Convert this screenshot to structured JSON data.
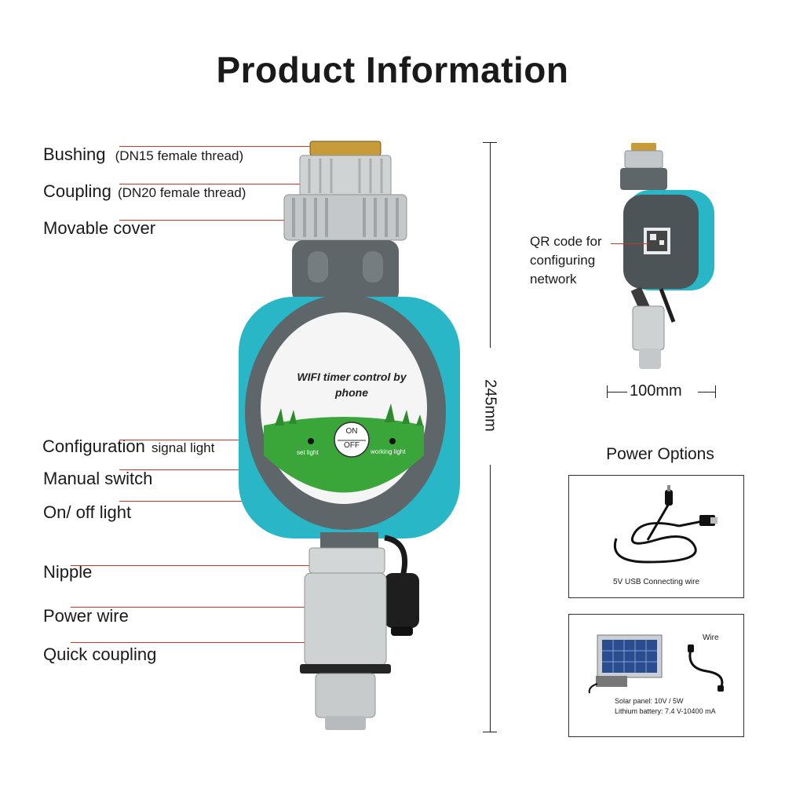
{
  "title": "Product Information",
  "labels": {
    "bushing": "Bushing",
    "bushing_note": "(DN15 female thread)",
    "coupling": "Coupling",
    "coupling_note": "(DN20 female thread)",
    "movable_cover": "Movable cover",
    "configuration": "Configuration",
    "configuration_note": "signal light",
    "manual_switch": "Manual switch",
    "onoff_light": "On/ off light",
    "nipple": "Nipple",
    "power_wire": "Power wire",
    "quick_coupling": "Quick coupling"
  },
  "device_face": {
    "text": "WIFI timer control by phone",
    "on": "ON",
    "off": "OFF",
    "set_light": "set light",
    "working_light": "working light"
  },
  "dimensions": {
    "height": "245mm",
    "width": "100mm"
  },
  "side_view": {
    "qr_label": "QR code for configuring network"
  },
  "power_options": {
    "title": "Power Options",
    "usb_caption": "5V USB Connecting wire",
    "wire_label": "Wire",
    "solar_line1": "Solar panel:  10V / 5W",
    "solar_line2": "Lithium battery: 7.4 V-10400 mA"
  },
  "colors": {
    "accent_teal": "#29b6c6",
    "body_gray": "#5f6669",
    "leader_red": "#c0392b",
    "grass_green": "#3aa63a"
  }
}
